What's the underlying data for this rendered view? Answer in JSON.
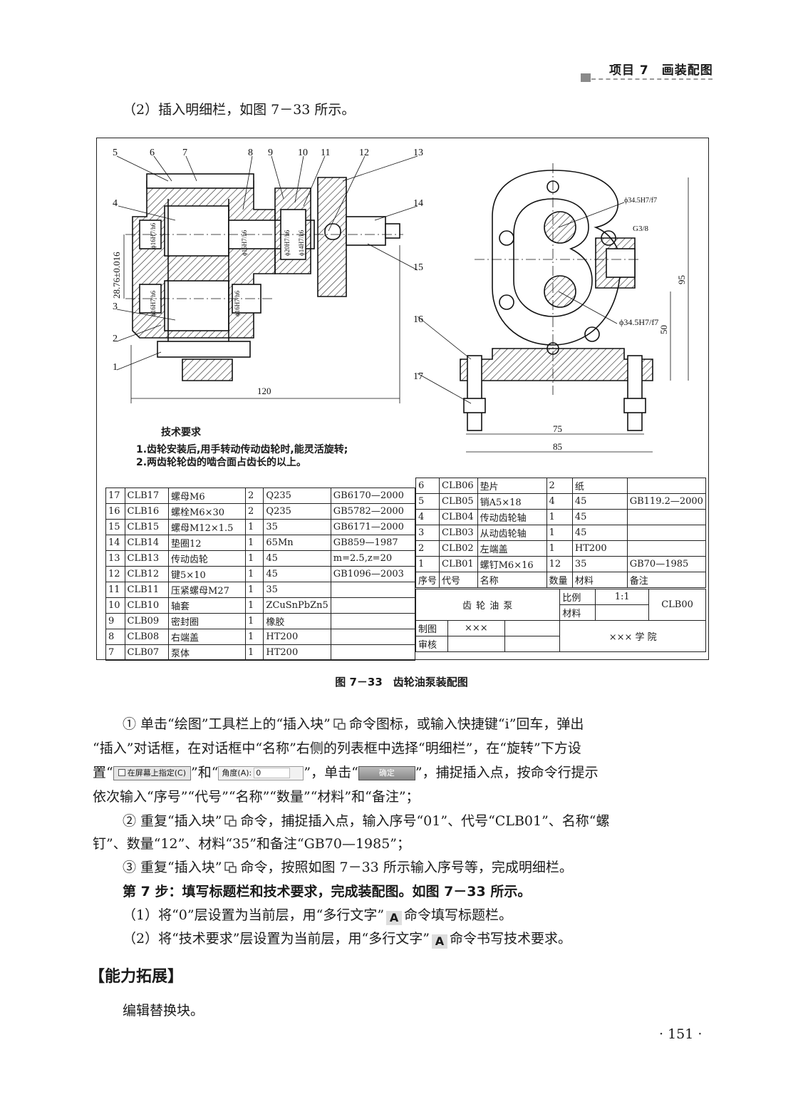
{
  "header": {
    "title": "项目 7　画装配图"
  },
  "intro_text": "（2）插入明细栏，如图 7－33 所示。",
  "figure": {
    "part_labels": [
      "5",
      "6",
      "7",
      "8",
      "9",
      "10",
      "11",
      "12",
      "13",
      "4",
      "14",
      "15",
      "3",
      "2",
      "1",
      "16",
      "17"
    ],
    "dimensions": {
      "d120": "120",
      "d75": "75",
      "d85": "85",
      "d95": "95",
      "d50": "50",
      "d2876": "28.76±0.016",
      "phi345a": "ϕ34.5H7/f7",
      "phi345b": "ϕ34.5H7/f7",
      "g38": "G3/8",
      "phi16a": "ϕ16H7/h6",
      "phi16b": "ϕ16H7/h6",
      "phi16c": "ϕ16H7/h6",
      "phi16d": "ϕ16H7/h6",
      "phi20": "ϕ20H7/h6",
      "phi14": "ϕ14H7/k6"
    },
    "tech_title": "技术要求",
    "tech_items": [
      "1.齿轮安装后,用手转动传动齿轮时,能灵活旋转;",
      "2.两齿轮轮齿的啮合面占齿长的以上。"
    ],
    "bom_left": [
      [
        "17",
        "CLB17",
        "螺母M6",
        "2",
        "Q235",
        "GB6170—2000"
      ],
      [
        "16",
        "CLB16",
        "螺栓M6×30",
        "2",
        "Q235",
        "GB5782—2000"
      ],
      [
        "15",
        "CLB15",
        "螺母M12×1.5",
        "1",
        "35",
        "GB6171—2000"
      ],
      [
        "14",
        "CLB14",
        "垫圈12",
        "1",
        "65Mn",
        "GB859—1987"
      ],
      [
        "13",
        "CLB13",
        "传动齿轮",
        "1",
        "45",
        "m=2.5,z=20"
      ],
      [
        "12",
        "CLB12",
        "键5×10",
        "1",
        "45",
        "GB1096—2003"
      ],
      [
        "11",
        "CLB11",
        "压紧螺母M27",
        "1",
        "35",
        ""
      ],
      [
        "10",
        "CLB10",
        "轴套",
        "1",
        "ZCuSnPbZn5",
        ""
      ],
      [
        "9",
        "CLB09",
        "密封圈",
        "1",
        "橡胶",
        ""
      ],
      [
        "8",
        "CLB08",
        "右端盖",
        "1",
        "HT200",
        ""
      ],
      [
        "7",
        "CLB07",
        "泵体",
        "1",
        "HT200",
        ""
      ]
    ],
    "bom_right": [
      [
        "6",
        "CLB06",
        "垫片",
        "2",
        "纸",
        ""
      ],
      [
        "5",
        "CLB05",
        "销A5×18",
        "4",
        "45",
        "GB119.2—2000"
      ],
      [
        "4",
        "CLB04",
        "传动齿轮轴",
        "1",
        "45",
        ""
      ],
      [
        "3",
        "CLB03",
        "从动齿轮轴",
        "1",
        "45",
        ""
      ],
      [
        "2",
        "CLB02",
        "左端盖",
        "1",
        "HT200",
        ""
      ],
      [
        "1",
        "CLB01",
        "螺钉M6×16",
        "12",
        "35",
        "GB70—1985"
      ]
    ],
    "bom_header": [
      "序号",
      "代号",
      "名称",
      "数量",
      "材料",
      "备注"
    ],
    "title_block": {
      "name": "齿 轮 油 泵",
      "scale_label": "比例",
      "scale_value": "1:1",
      "material_label": "材料",
      "code": "CLB00",
      "drawn_label": "制图",
      "drawn_value": "×××",
      "checked_label": "审核",
      "school": "××× 学 院"
    }
  },
  "caption": "图 7－33　齿轮油泵装配图",
  "steps": {
    "s1_a": "① 单击“绘图”工具栏上的“插入块”",
    "s1_b": "命令图标，或输入快捷键“i”回车，弹出",
    "s1_line2": "“插入”对话框，在对话框中“名称”右侧的列表框中选择“明细栏”，在“旋转”下方设",
    "s1_c": "置“",
    "checkbox_label": "在屏幕上指定(C)",
    "s1_d": "”和“",
    "angle_label": "角度(A):",
    "angle_value": "0",
    "s1_e": "”，单击“",
    "ok_label": "确定",
    "s1_f": "”，捕捉插入点，按命令行提示",
    "s1_line4": "依次输入“序号”“代号”“名称”“数量”“材料”和“备注”；",
    "s2_a": "② 重复“插入块”",
    "s2_b": "命令，捕捉插入点，输入序号“01”、代号“CLB01”、名称“螺",
    "s2_line2": "钉”、数量“12”、材料“35”和备注“GB70—1985”；",
    "s3_a": "③ 重复“插入块”",
    "s3_b": "命令，按照如图 7－33 所示输入序号等，完成明细栏。",
    "step7": "第 7 步：填写标题栏和技术要求，完成装配图。如图 7－33 所示。",
    "s4_a": "（1）将“0”层设置为当前层，用“多行文字”",
    "s4_b": "命令填写标题栏。",
    "s5_a": "（2）将“技术要求”层设置为当前层，用“多行文字”",
    "s5_b": "命令书写技术要求。",
    "text_icon": "A"
  },
  "section_title": "【能力拓展】",
  "section_text": "编辑替换块。",
  "page_number": "· 151 ·"
}
